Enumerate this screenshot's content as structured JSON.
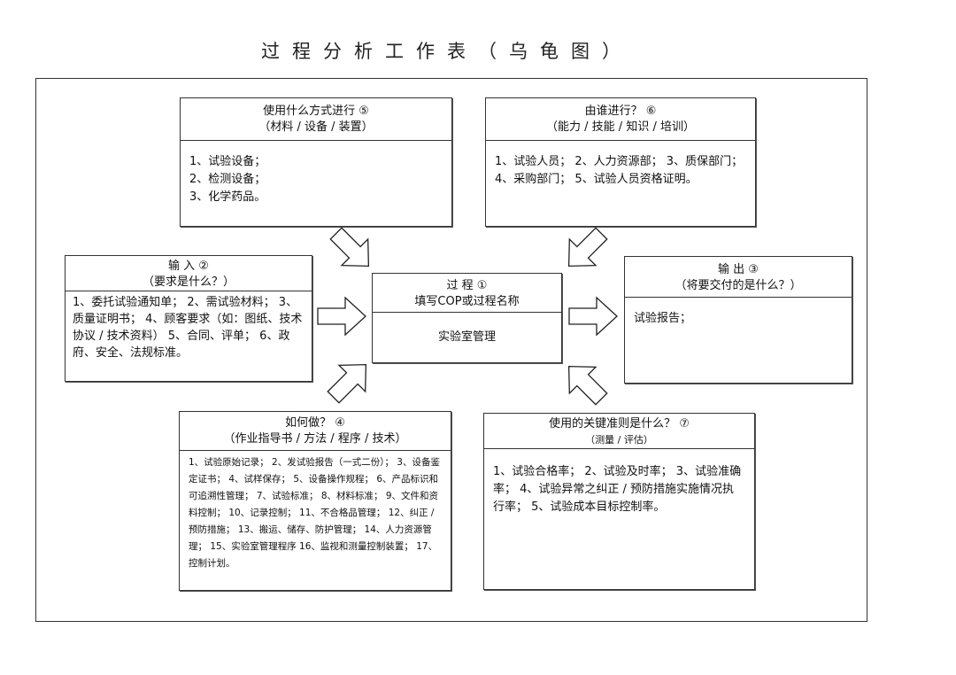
{
  "title": "过程分析工作表（乌龟图）",
  "boxes": {
    "method": {
      "title": "使用什么方式进行 ⑤",
      "subtitle": "（材料 / 设备 / 装置）",
      "items": [
        "1、试验设备；",
        "2、检测设备；",
        "3、化学药品。"
      ]
    },
    "who": {
      "title": "由谁进行？ ⑥",
      "subtitle": "（能力 / 技能 / 知识 / 培训）",
      "text": "1、试验人员； 2、人力资源部； 3、质保部门； 4、采购部门； 5、试验人员资格证明。"
    },
    "input": {
      "title": "输 入 ②",
      "subtitle": "（要求是什么？）",
      "text": "1、委托试验通知单； 2、需试验材料； 3、质量证明书； 4、顾客要求（如：图纸、技术协议 / 技术资料） 5、合同、评单； 6、政府、安全、法规标准。"
    },
    "process": {
      "title": "过 程 ①",
      "subtitle": "填写COP或过程名称",
      "name": "实验室管理"
    },
    "output": {
      "title": "输 出 ③",
      "subtitle": "（将要交付的是什么？）",
      "text": "试验报告；"
    },
    "how": {
      "title": "如何做？ ④",
      "subtitle": "（作业指导书 / 方法 / 程序 / 技术）",
      "text": "1、试验原始记录； 2、发试验报告（一式二份）； 3、设备鉴定证书； 4、试样保存； 5、设备操作规程； 6、产品标识和可追溯性管理； 7、试验标准； 8、材料标准； 9、文件和资料控制； 10、记录控制； 11、不合格品管理； 12、纠正 / 预防措施； 13、搬运、储存、防护管理； 14、人力资源管理； 15、实验室管理程序 16、监视和测量控制装置； 17、控制计划。"
    },
    "criteria": {
      "title": "使用的关键准则是什么？ ⑦",
      "subtitle": "（测量 / 评估）",
      "text": "1、试验合格率； 2、试验及时率； 3、试验准确率； 4、试验异常之纠正 / 预防措施实施情况执行率； 5、试验成本目标控制率。"
    }
  }
}
